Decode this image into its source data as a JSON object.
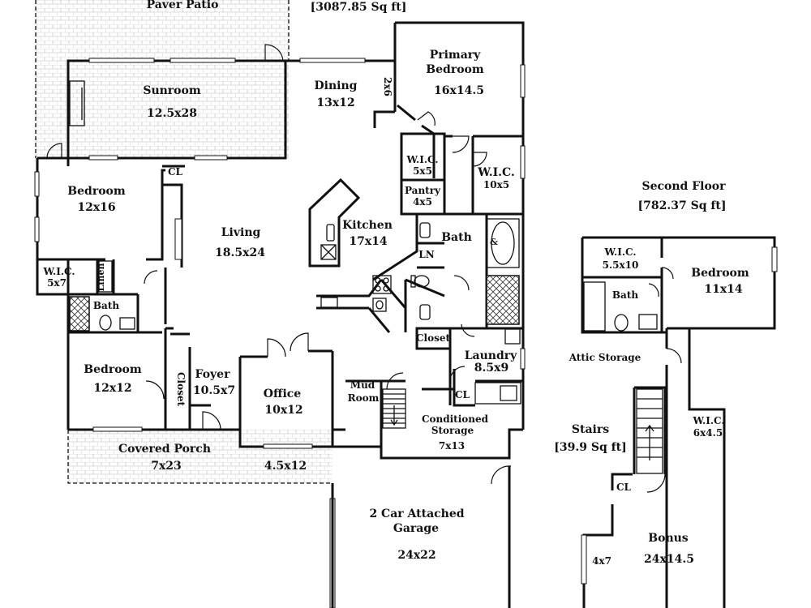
{
  "main_floor": {
    "total": "[3087.85 Sq ft]"
  },
  "rooms": {
    "paver_patio": {
      "name": "Paver Patio"
    },
    "sunroom": {
      "name": "Sunroom",
      "size": "12.5x28"
    },
    "dining": {
      "name": "Dining",
      "size": "13x12"
    },
    "closet_2x6": {
      "size": "2x6"
    },
    "primary_bedroom": {
      "name_line1": "Primary",
      "name_line2": "Bedroom",
      "size": "16x14.5"
    },
    "wic_5x5": {
      "name": "W.I.C.",
      "size": "5x5"
    },
    "wic_10x5": {
      "name": "W.I.C.",
      "size": "10x5"
    },
    "pantry": {
      "name": "Pantry",
      "size": "4x5"
    },
    "kitchen": {
      "name": "Kitchen",
      "size": "17x14"
    },
    "primary_bath": {
      "name": "Bath"
    },
    "linen_closet": {
      "name": "LN"
    },
    "bedroom_12x16": {
      "name": "Bedroom",
      "size": "12x16"
    },
    "cl_near_bedroom": {
      "name": "CL"
    },
    "living": {
      "name": "Living",
      "size": "18.5x24"
    },
    "wic_5x7": {
      "name": "W.I.C.",
      "size": "5x7"
    },
    "linen": {
      "name": "Linen"
    },
    "hall_bath": {
      "name": "Bath"
    },
    "closet_hall": {
      "name": "Closet"
    },
    "laundry": {
      "name": "Laundry",
      "size": "8.5x9"
    },
    "bedroom_12x12": {
      "name": "Bedroom",
      "size": "12x12"
    },
    "closet_bedroom": {
      "name": "Closet"
    },
    "foyer": {
      "name": "Foyer",
      "size": "10.5x7"
    },
    "office": {
      "name": "Office",
      "size": "10x12"
    },
    "mud_room": {
      "name_line1": "Mud",
      "name_line2": "Room"
    },
    "cl_laundry": {
      "name": "CL"
    },
    "conditioned_storage": {
      "name_line1": "Conditioned",
      "name_line2": "Storage",
      "size": "7x13"
    },
    "covered_porch": {
      "name": "Covered Porch",
      "size": "7x23"
    },
    "porch_4_5x12": {
      "size": "4.5x12"
    },
    "garage": {
      "name_line1": "2 Car Attached",
      "name_line2": "Garage",
      "size": "24x22"
    }
  },
  "second_floor": {
    "title": "Second Floor",
    "total": "[782.37 Sq ft]",
    "wic_top": {
      "name": "W.I.C.",
      "size": "5.5x10"
    },
    "bath": {
      "name": "Bath"
    },
    "bedroom": {
      "name": "Bedroom",
      "size": "11x14"
    },
    "attic": {
      "name": "Attic Storage"
    },
    "stairs": {
      "name": "Stairs",
      "total": "[39.9 Sq ft]"
    },
    "wic_right": {
      "name": "W.I.C.",
      "size": "6x4.5"
    },
    "cl": {
      "name": "CL"
    },
    "closet_4x7": {
      "size": "4x7"
    },
    "bonus": {
      "name": "Bonus",
      "size": "24x14.5"
    }
  }
}
